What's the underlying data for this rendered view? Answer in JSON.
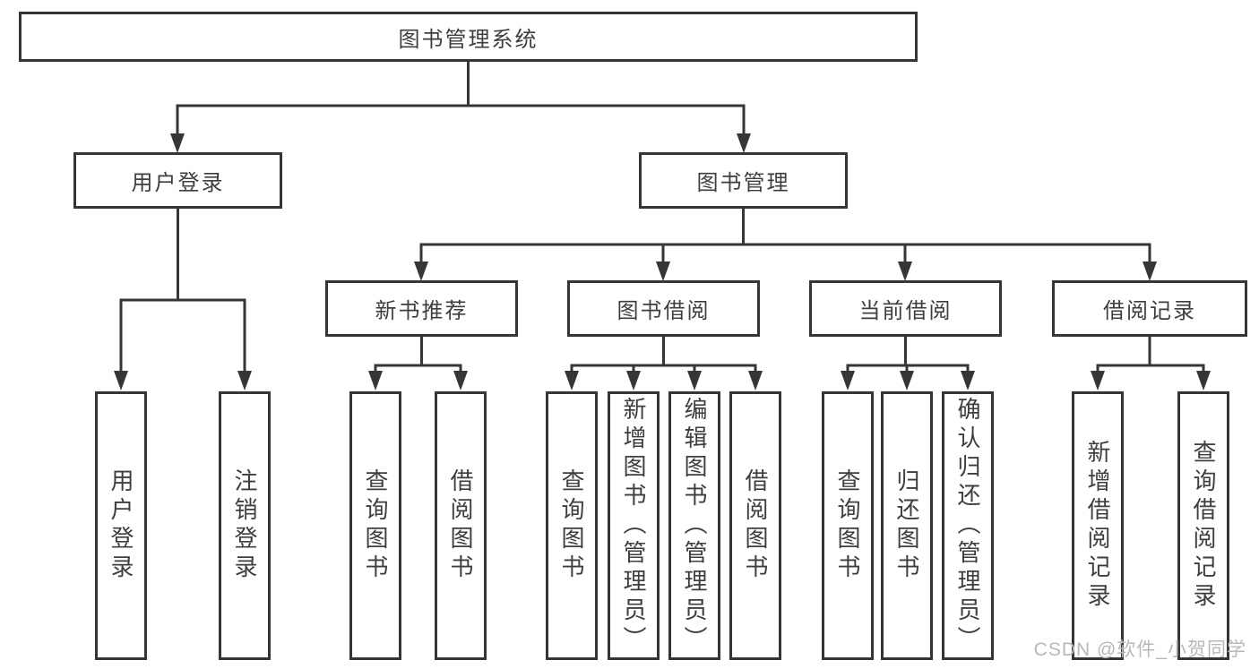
{
  "colors": {
    "line": "#363636",
    "text": "#3e3e3e",
    "watermark": "#b8b8b8",
    "background": "#ffffff"
  },
  "diagram": {
    "root": "图书管理系统",
    "level2": [
      "用户登录",
      "图书管理"
    ],
    "level3": [
      "新书推荐",
      "图书借阅",
      "当前借阅",
      "借阅记录"
    ],
    "user_login_children": [
      "用户登录",
      "注销登录"
    ],
    "new_book_children": [
      "查询图书",
      "借阅图书"
    ],
    "book_borrow_children": [
      "查询图书",
      "新增图书（管理员）",
      "编辑图书（管理员）",
      "借阅图书"
    ],
    "current_borrow_children": [
      "查询图书",
      "归还图书",
      "确认归还（管理员）"
    ],
    "borrow_record_children": [
      "新增借阅记录",
      "查询借阅记录"
    ]
  },
  "watermark": "CSDN @软件_小贺同学"
}
